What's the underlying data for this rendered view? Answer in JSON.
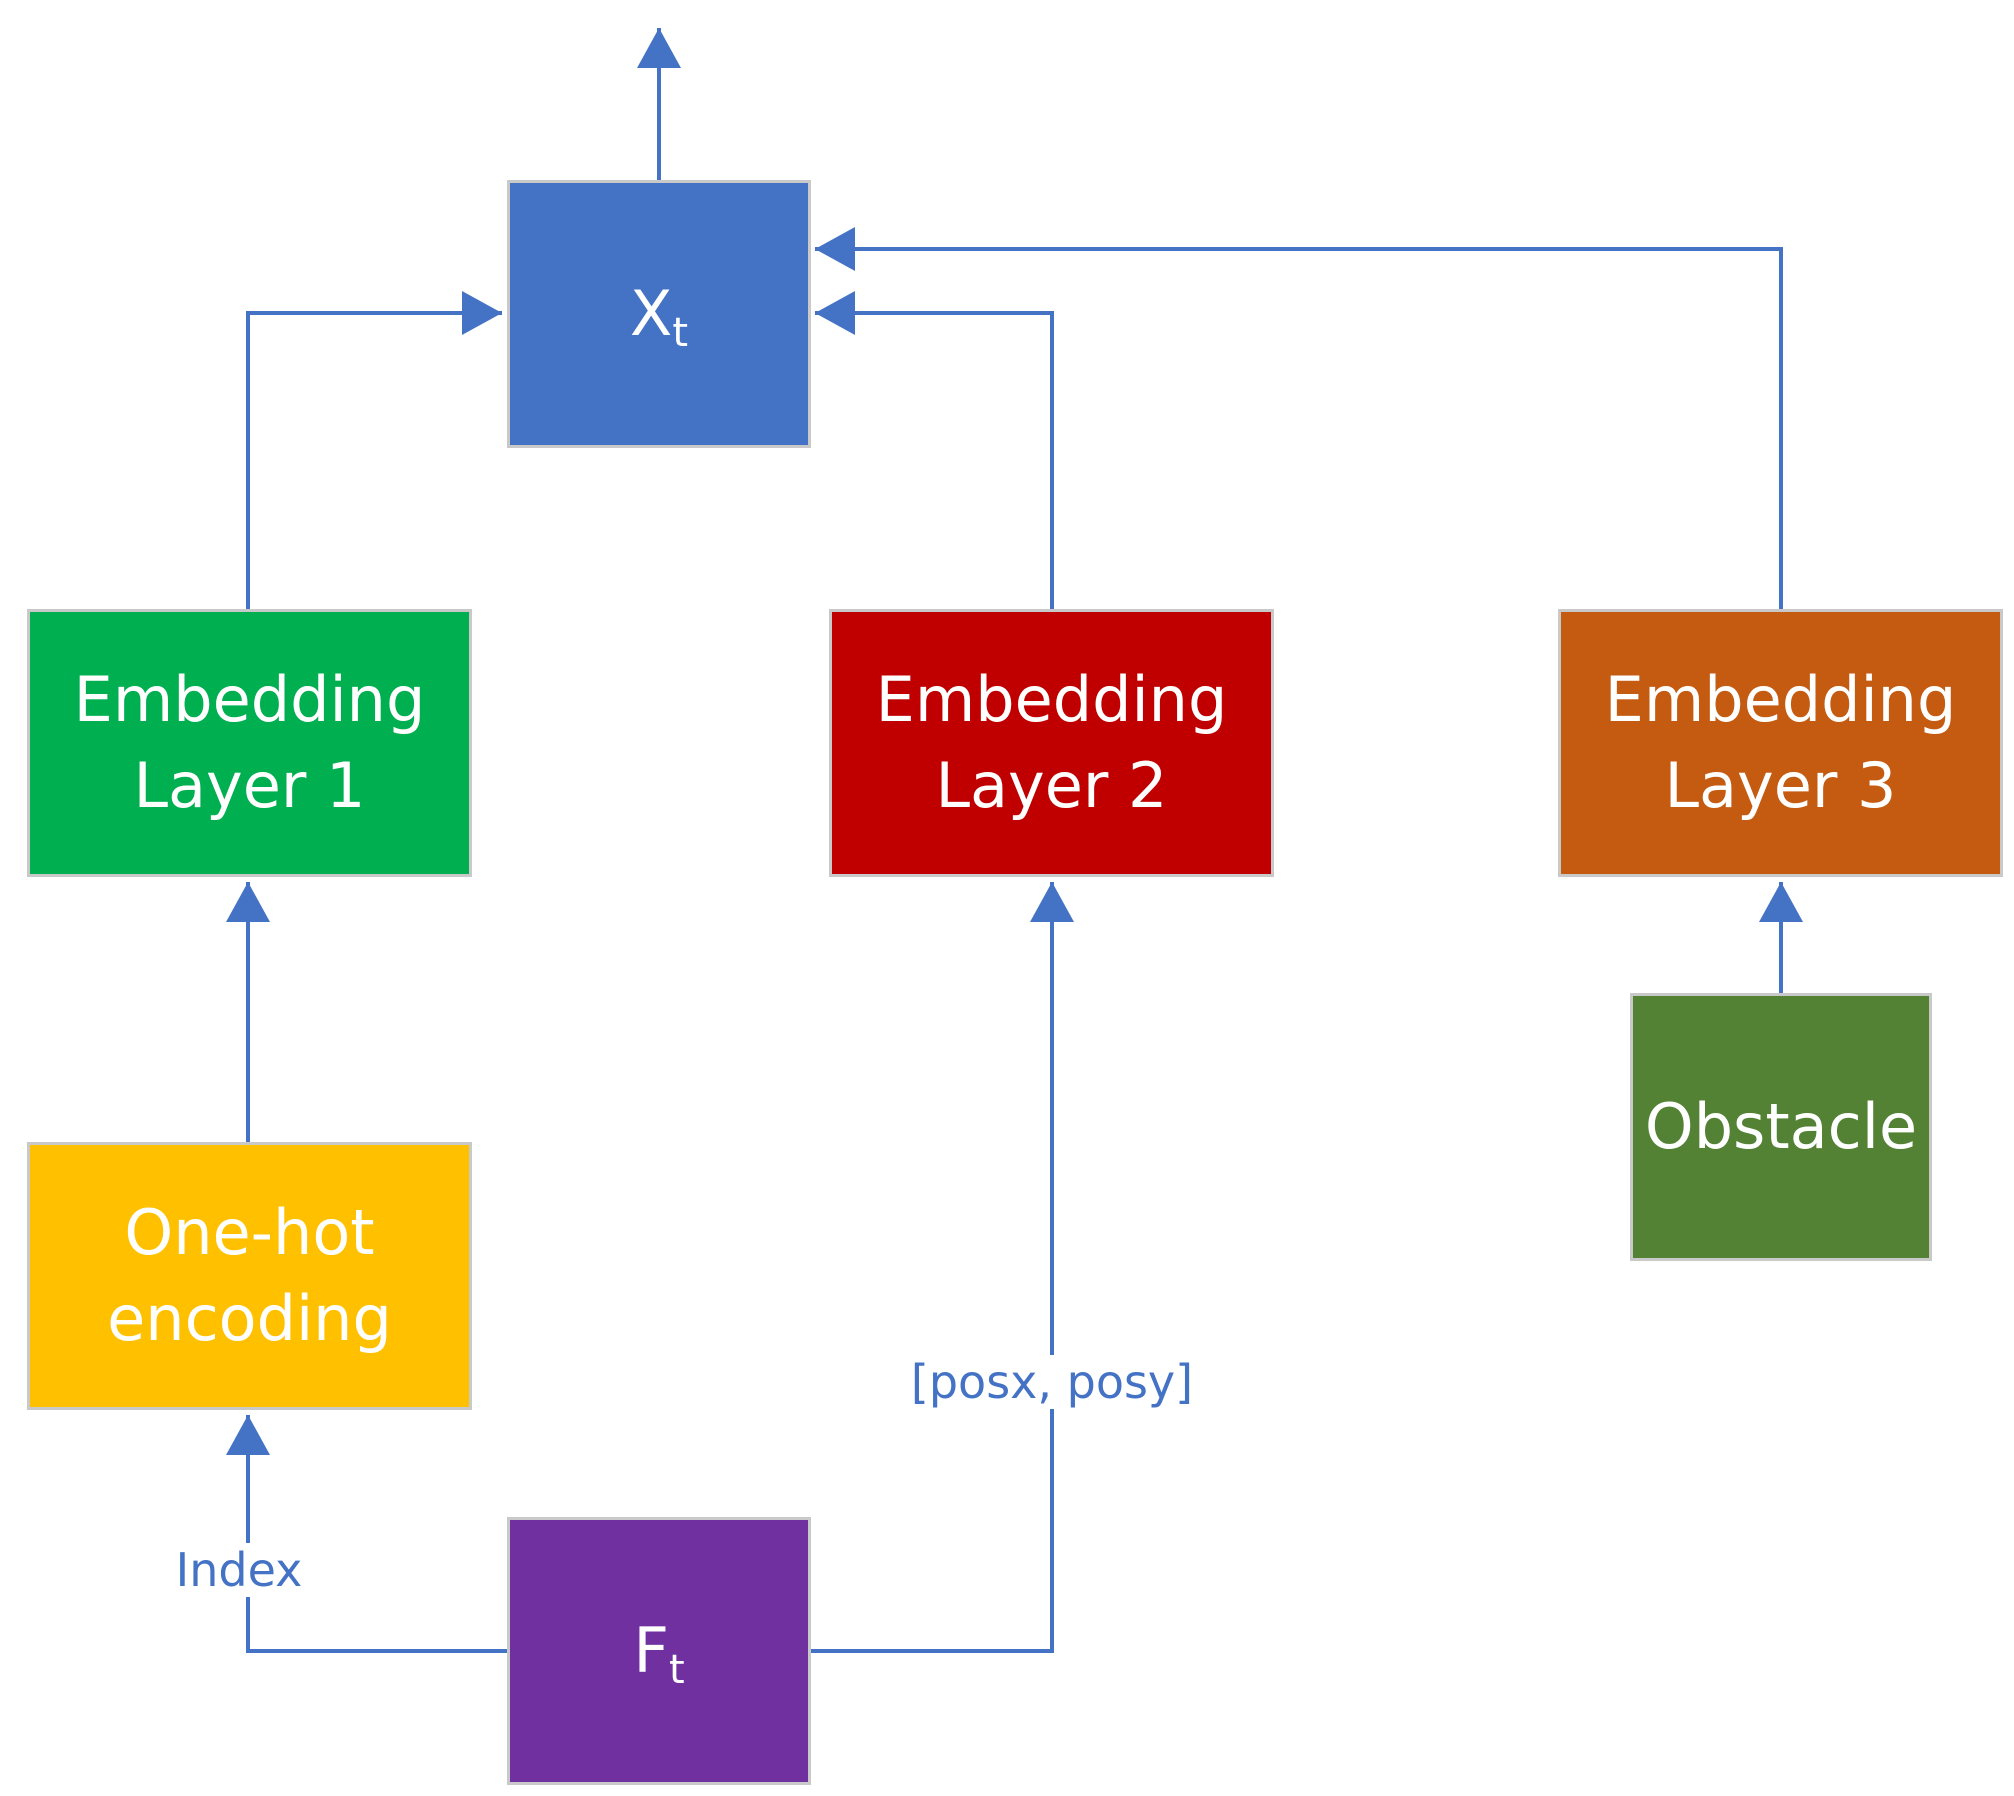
{
  "colors": {
    "arrow": "#4472c4",
    "label_text": "#4472c4",
    "xt_fill": "#4472c4",
    "embedding1_fill": "#00b050",
    "embedding2_fill": "#c00000",
    "embedding3_fill": "#c55a11",
    "obstacle_fill": "#548235",
    "onehot_fill": "#ffc000",
    "ft_fill": "#7030a0",
    "box_border": "#c9c9c9"
  },
  "nodes": {
    "xt": {
      "symbol": "X",
      "subscript": "t"
    },
    "ft": {
      "symbol": "F",
      "subscript": "t"
    },
    "embedding1": {
      "line1": "Embedding",
      "line2": "Layer 1"
    },
    "embedding2": {
      "line1": "Embedding",
      "line2": "Layer 2"
    },
    "embedding3": {
      "line1": "Embedding",
      "line2": "Layer 3"
    },
    "obstacle": {
      "label": "Obstacle"
    },
    "onehot": {
      "line1": "One-hot",
      "line2": "encoding"
    }
  },
  "edge_labels": {
    "index": "Index",
    "position": "[posx, posy]"
  },
  "edges": [
    {
      "from": "ft",
      "to": "onehot",
      "label": "Index"
    },
    {
      "from": "ft",
      "to": "embedding2",
      "label": "[posx, posy]"
    },
    {
      "from": "onehot",
      "to": "embedding1"
    },
    {
      "from": "obstacle",
      "to": "embedding3"
    },
    {
      "from": "embedding1",
      "to": "xt"
    },
    {
      "from": "embedding2",
      "to": "xt"
    },
    {
      "from": "embedding3",
      "to": "xt"
    },
    {
      "from": "xt",
      "to": "output"
    }
  ]
}
